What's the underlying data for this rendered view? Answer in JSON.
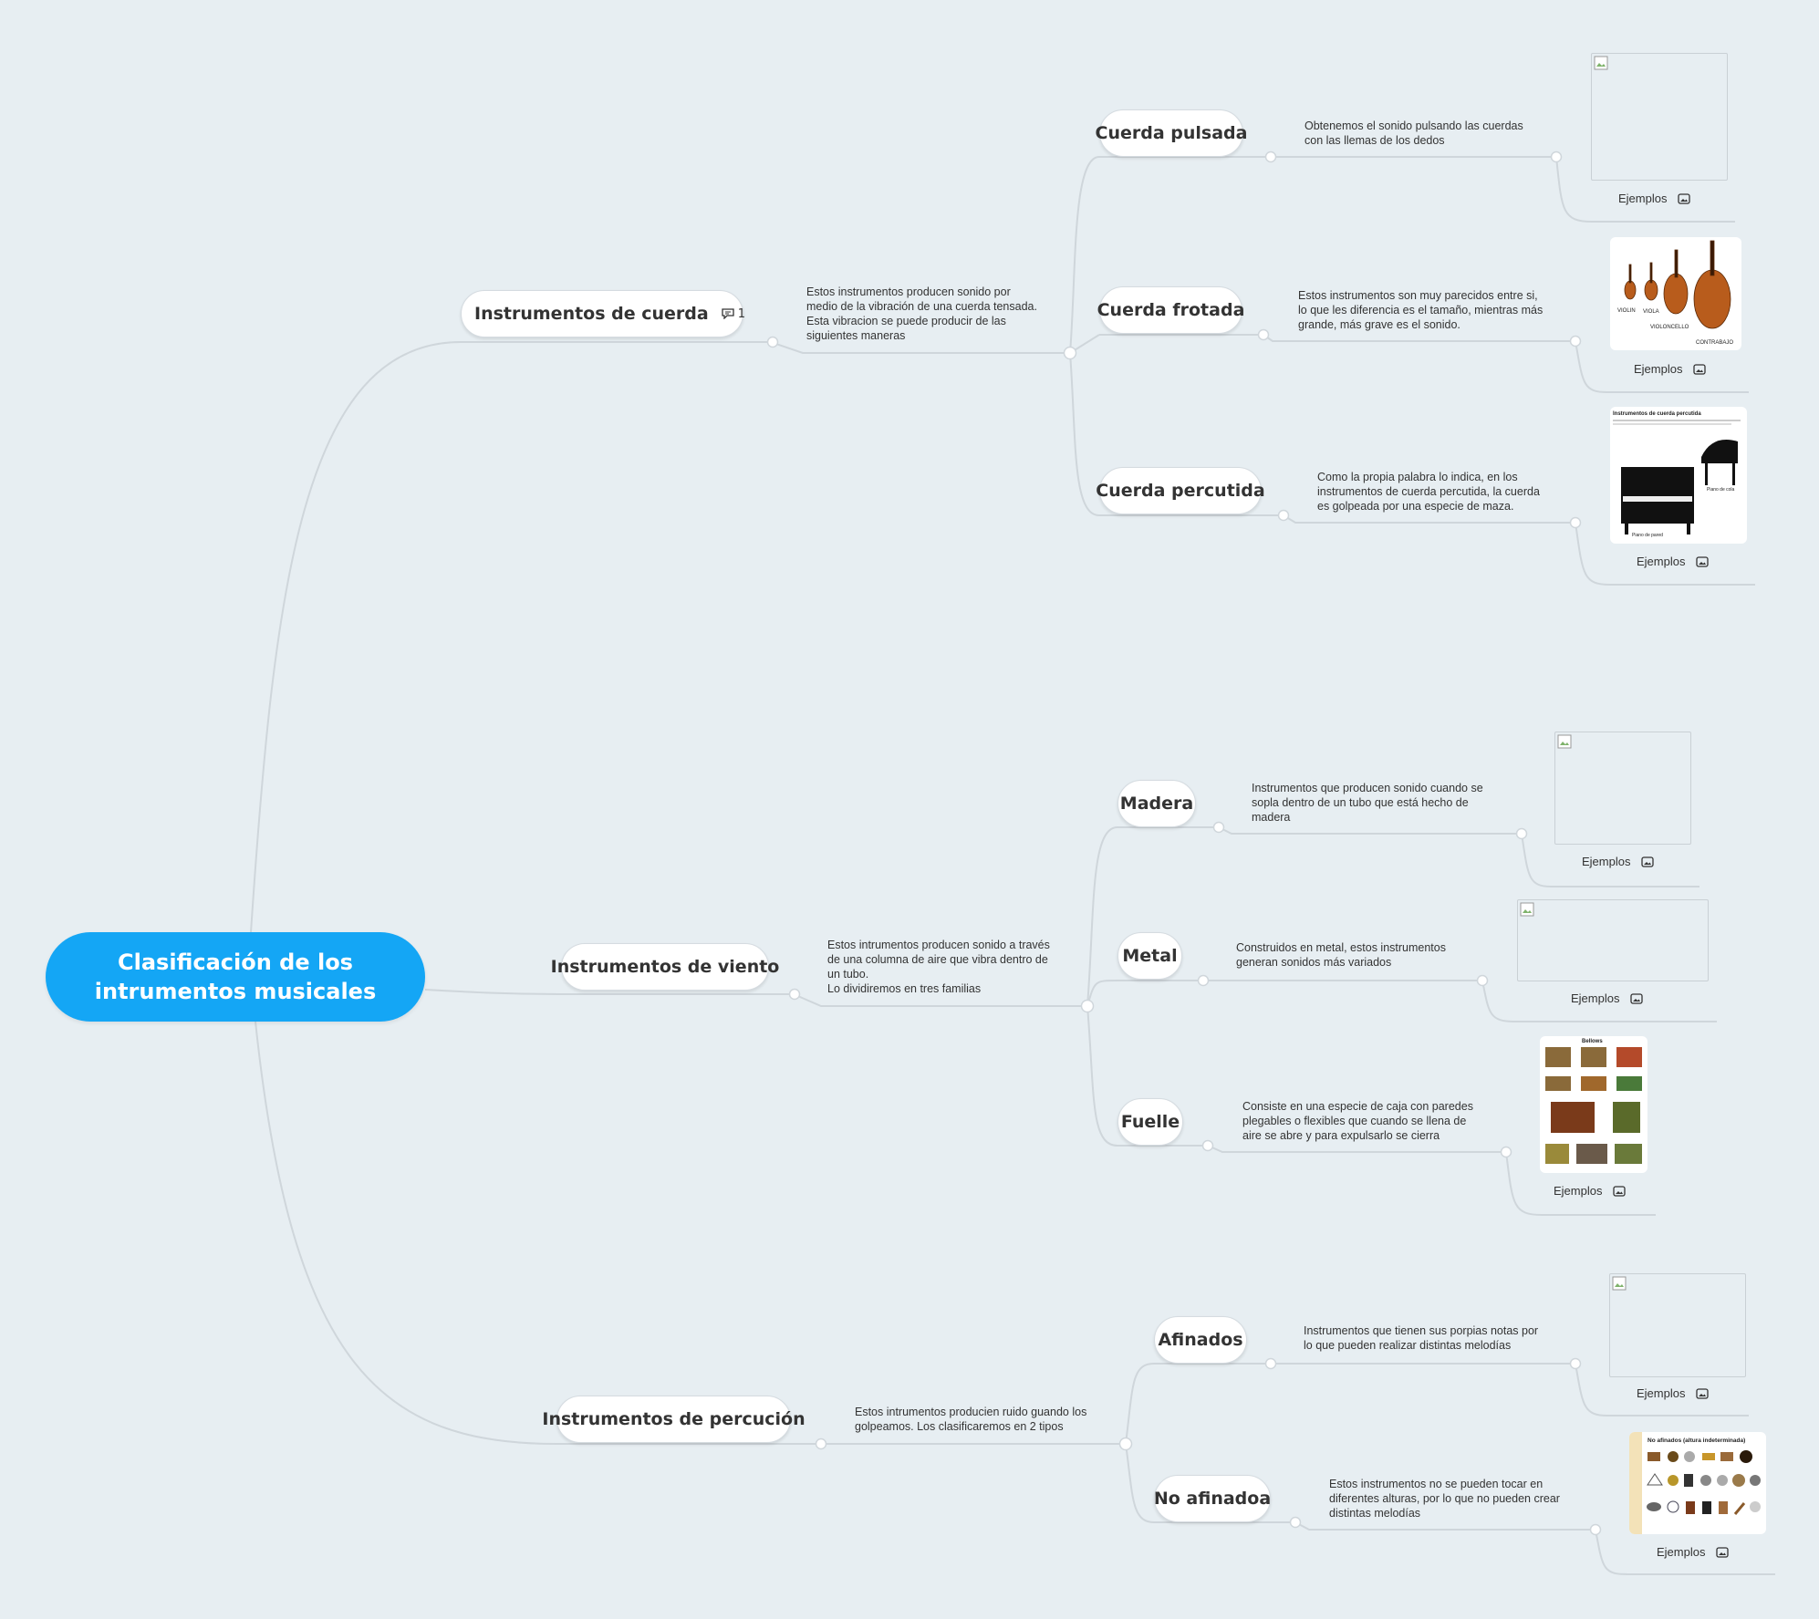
{
  "root": {
    "title": "Clasificación de los intrumentos musicales"
  },
  "branches": [
    {
      "title": "Instrumentos de cuerda",
      "comment_count": "1",
      "description": "Estos instrumentos producen sonido por\nmedio de la vibración de una cuerda tensada.\nEsta vibracion se puede producir de las\nsiguientes maneras",
      "children": [
        {
          "title": "Cuerda pulsada",
          "description": "Obtenemos el sonido pulsando las cuerdas\ncon las llemas de los dedos",
          "examples_label": "Ejemplos",
          "image": "broken"
        },
        {
          "title": "Cuerda frotada",
          "description": "Estos instrumentos son muy parecidos entre si,\nlo que les diferencia es el tamaño, mientras más\ngrande, más grave es el sonido.",
          "examples_label": "Ejemplos",
          "image": "violin-family",
          "image_labels": [
            "VIOLIN",
            "VIOLA",
            "VIOLONCELLO",
            "CONTRABAJO"
          ]
        },
        {
          "title": "Cuerda percutida",
          "description": "Como la propia palabra lo indica, en los\ninstrumentos de cuerda percutida, la cuerda\nes golpeada por una especie de maza.",
          "examples_label": "Ejemplos",
          "image": "pianos",
          "image_labels": [
            "Instrumentos de cuerda percutida",
            "Piano de cola",
            "Piano de pared"
          ]
        }
      ]
    },
    {
      "title": "Instrumentos de viento",
      "description": "Estos intrumentos producen sonido a través\nde una columna de aire que vibra dentro de\nun tubo.\nLo dividiremos en tres familias",
      "children": [
        {
          "title": "Madera",
          "description": "Instrumentos que producen sonido cuando se\nsopla dentro de un tubo que está hecho de\nmadera",
          "examples_label": "Ejemplos",
          "image": "broken"
        },
        {
          "title": "Metal",
          "description": "Construidos en metal, estos instrumentos\ngeneran sonidos más variados",
          "examples_label": "Ejemplos",
          "image": "broken"
        },
        {
          "title": "Fuelle",
          "description": "Consiste en una especie de caja con paredes\nplegables o flexibles que cuando se llena de\naire se abre y para expulsarlo se cierra",
          "examples_label": "Ejemplos",
          "image": "bellows",
          "image_labels": [
            "Bellows"
          ]
        }
      ]
    },
    {
      "title": "Instrumentos de percución",
      "description": "Estos intrumentos producien ruido guando los\ngolpeamos. Los clasificaremos en 2 tipos",
      "children": [
        {
          "title": "Afinados",
          "description": "Instrumentos que tienen sus porpias notas por\nlo que pueden realizar distintas melodías",
          "examples_label": "Ejemplos",
          "image": "broken"
        },
        {
          "title": "No afinadoa",
          "description": "Estos instrumentos no se pueden tocar en\ndiferentes alturas, por lo que no pueden crear\ndistintas melodías",
          "examples_label": "Ejemplos",
          "image": "percussion",
          "image_labels": [
            "No afinados (altura indeterminada)"
          ]
        }
      ]
    }
  ],
  "colors": {
    "background": "#e7eef2",
    "root": "#14a6f5",
    "connector": "#cfd6db"
  }
}
